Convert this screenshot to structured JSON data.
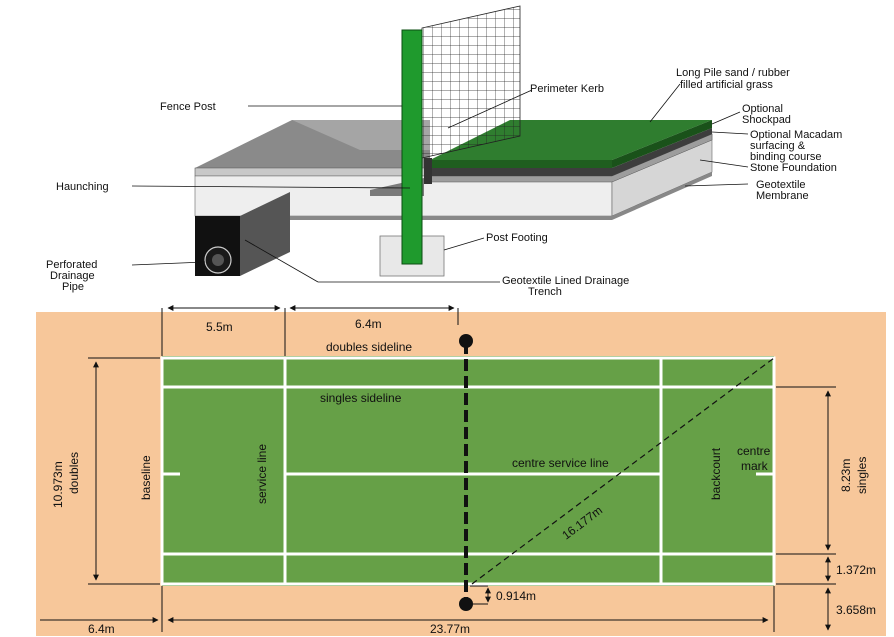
{
  "construction": {
    "labels": {
      "fence_post": "Fence Post",
      "perimeter_kerb": "Perimeter Kerb",
      "grass_line1": "Long Pile sand / rubber",
      "grass_line2": "filled artificial grass",
      "shockpad_line1": "Optional",
      "shockpad_line2": "Shockpad",
      "macadam_line1": "Optional Macadam",
      "macadam_line2": "surfacing &",
      "macadam_line3": "binding course",
      "stone": "Stone Foundation",
      "geotextile_line1": "Geotextile",
      "geotextile_line2": "Membrane",
      "haunching": "Haunching",
      "drain_line1": "Perforated",
      "drain_line2": "Drainage",
      "drain_line3": "Pipe",
      "post_footing": "Post Footing",
      "trench_line1": "Geotextile Lined Drainage",
      "trench_line2": "Trench"
    }
  },
  "court": {
    "colors": {
      "surround": "#f7c79a",
      "court": "#66a047",
      "lines": "#ffffff",
      "net": "#111111"
    },
    "labels": {
      "doubles_sideline": "doubles sideline",
      "singles_sideline": "singles sideline",
      "centre_service_line": "centre service line",
      "baseline": "baseline",
      "service_line": "service line",
      "backcourt": "backcourt",
      "centre_mark_line1": "centre",
      "centre_mark_line2": "mark",
      "diagonal": "16.177m",
      "doubles_width": "10.973m",
      "doubles_word": "doubles",
      "singles_width": "8.23m",
      "singles_word": "singles"
    },
    "dimensions": {
      "back_margin": "5.5m",
      "service_box": "6.4m",
      "run_back": "6.4m",
      "length": "23.77m",
      "alley": "1.372m",
      "net_post_offset": "0.914m",
      "side_margin": "3.658m"
    }
  }
}
